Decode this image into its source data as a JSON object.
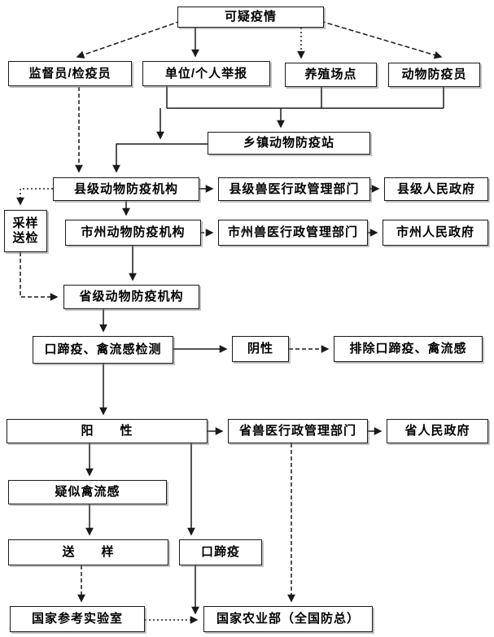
{
  "nodes": {
    "suspected_epidemic": "可疑疫情",
    "supervisor_inspector": "监督员/检疫员",
    "unit_individual_report": "单位/个人举报",
    "breeding_sites": "养殖场点",
    "animal_prevention_officer": "动物防疫员",
    "township_station": "乡镇动物防疫站",
    "county_agency": "县级动物防疫机构",
    "county_vet_admin": "县级兽医行政管理部门",
    "county_government": "县级人民政府",
    "sampling_submission": "采样\n送检",
    "city_agency": "市州动物防疫机构",
    "city_vet_admin": "市州兽医行政管理部门",
    "city_government": "市州人民政府",
    "province_agency": "省级动物防疫机构",
    "fmd_ai_testing": "口蹄疫、禽流感检测",
    "negative": "阴性",
    "exclude_fmd_ai": "排除口蹄疫、禽流感",
    "positive": "阳　　性",
    "province_vet_admin": "省兽医行政管理部门",
    "province_government": "省人民政府",
    "suspected_ai": "疑似禽流感",
    "send_sample": "送　　样",
    "fmd": "口蹄疫",
    "national_reference_lab": "国家参考实验室",
    "national_ministry_agriculture": "国家农业部（全国防总）"
  },
  "colors": {
    "line": "#1a1a1a",
    "box_border": "#1a1a1a",
    "background": "#ffffff",
    "text": "#000000"
  }
}
